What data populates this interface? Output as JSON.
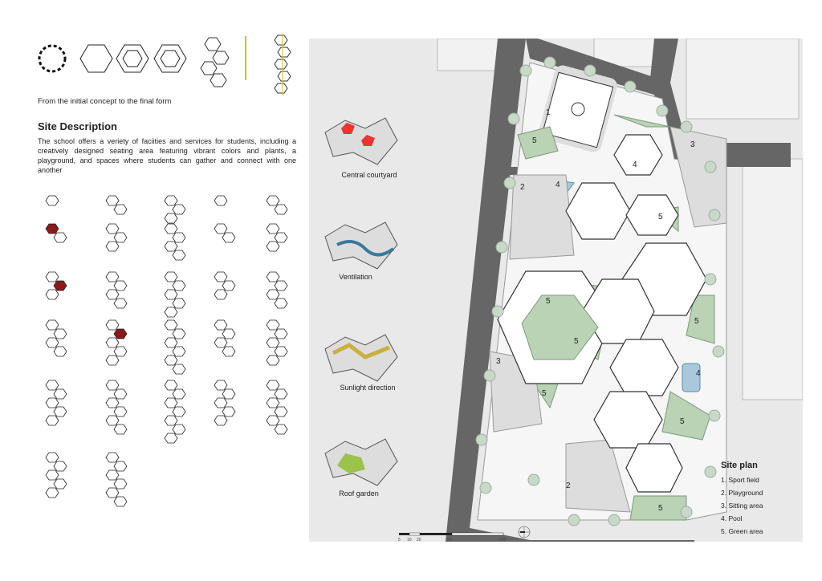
{
  "concept_caption": "From the initial concept to the final form",
  "site_description": {
    "title": "Site  Description",
    "text": "The school offers a veriety of faciities and services for students, including a creatively designed seating area featuring vibrant colors and plants, a playground, and spaces where students can gather and connect with one another"
  },
  "diagrams": [
    {
      "label": "Central courtyard",
      "accent": "#e33"
    },
    {
      "label": "Ventilation",
      "accent": "#3a7a9a"
    },
    {
      "label": "Sunlight direction",
      "accent": "#c9b040"
    },
    {
      "label": "Roof garden",
      "accent": "#9bc24a"
    }
  ],
  "site_plan": {
    "title": "Site plan",
    "legend": [
      "1. Sport field",
      "2. Playground",
      "3. Sitting area",
      "4. Pool",
      "5. Green area"
    ],
    "zone_numbers": [
      "1",
      "2",
      "3",
      "4",
      "5"
    ],
    "scale_ticks": [
      "5",
      "10",
      "20",
      "50",
      "100"
    ]
  },
  "colors": {
    "panel": "#e9e9e9",
    "road": "#666666",
    "green": "#b9d3b4",
    "pool": "#a9c8dc",
    "concept_line": "#e6b422"
  }
}
